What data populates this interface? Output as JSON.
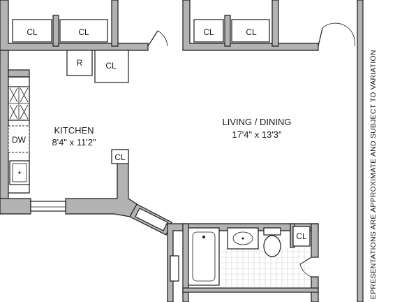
{
  "rooms": {
    "kitchen": {
      "name": "KITCHEN",
      "dims": "8'4\" x 11'2\""
    },
    "living": {
      "name": "LIVING / DINING",
      "dims": "17'4\" x 13'3\""
    }
  },
  "fixtures": {
    "closet": "CL",
    "refrigerator": "R",
    "dishwasher": "DW"
  },
  "disclaimer": "EPRESENTATIONS ARE APPROXIMATE AND SUBJECT TO VARIATION",
  "colors": {
    "wall_fill": "#b3b3b3",
    "line": "#1a1a1a",
    "background": "#ffffff"
  }
}
